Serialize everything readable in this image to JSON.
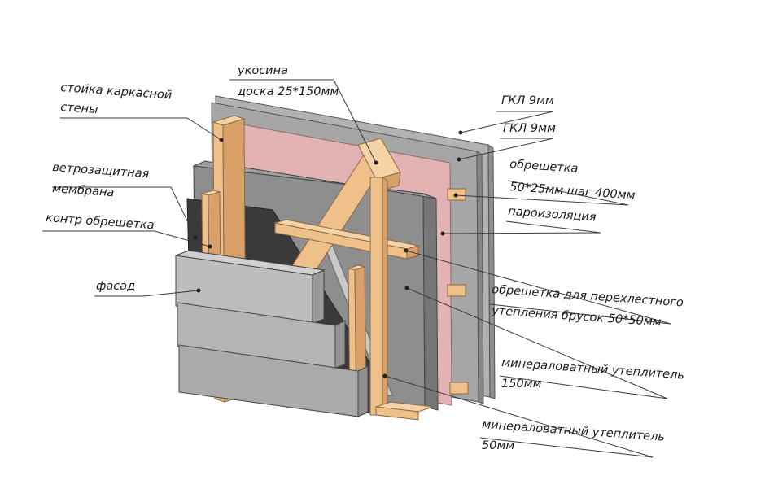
{
  "labels": {
    "brace": "укосина",
    "brace_board": "доска 25*150мм",
    "stud_line1": "стойка каркасной",
    "stud_line2": "стены",
    "gkl1": "ГКЛ 9мм",
    "gkl2": "ГКЛ 9мм",
    "membrane_line1": "ветрозащитная",
    "membrane_line2": "мембрана",
    "counter_batten": "контр обрешетка",
    "lath_line1": "обрешетка",
    "lath_line2": "50*25мм шаг 400мм",
    "vapor": "пароизоляция",
    "facade": "фасад",
    "cross_lath_line1": "обрешетка для перехлестного",
    "cross_lath_line2": "утепления брусок 50*50мм",
    "wool150_line1": "минераловатный утеплитель",
    "wool150_line2": "150мм",
    "wool50_line1": "минераловатный утеплитель",
    "wool50_line2": "50мм"
  },
  "colors": {
    "gkl": "#a9a9a9",
    "vapor": "#e8b8b8",
    "wool": "#8c8c8c",
    "membrane": "#3c3c3c",
    "wood": "#f0c08a",
    "facade": "#b4b4b4"
  }
}
